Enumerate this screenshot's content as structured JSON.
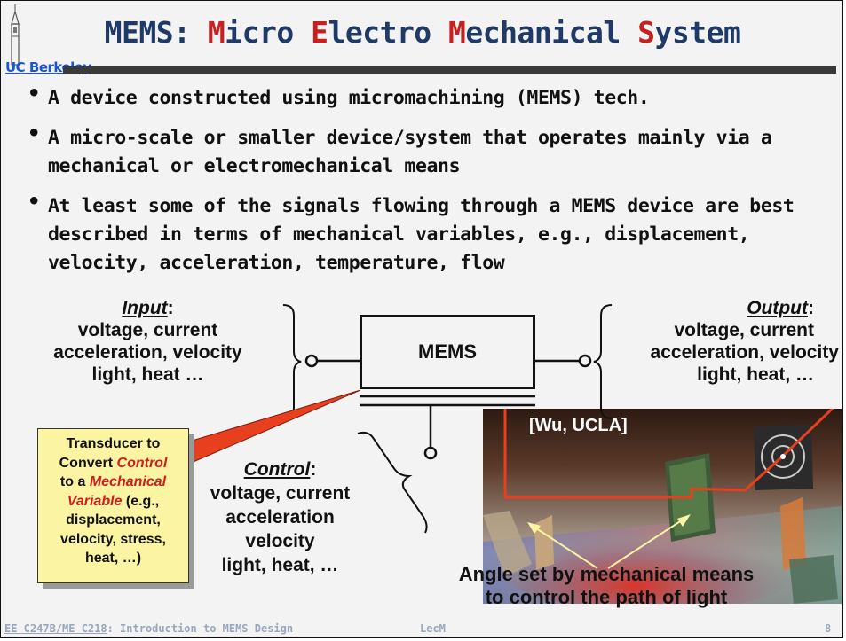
{
  "slide": {
    "title": {
      "part1": "MEMS: ",
      "m": "M",
      "part2": "icro ",
      "e": "E",
      "part3": "lectro ",
      "m2": "M",
      "part4": "echanical ",
      "s": "S",
      "part5": "ystem"
    },
    "logo_text": "UC Berkeley",
    "bullets": [
      "A device constructed using micromachining (MEMS) tech.",
      "A micro-scale or smaller device/system that operates mainly via a mechanical or electromechanical means",
      "At least some of the signals flowing through a MEMS device are best described in terms of mechanical variables, e.g., displacement, velocity, acceleration, temperature, flow"
    ],
    "bullet_glyph": "•",
    "diagram": {
      "box_label": "MEMS",
      "input": {
        "heading": "Input",
        "colon": ":",
        "lines": [
          "voltage, current",
          "acceleration, velocity",
          "light, heat …"
        ]
      },
      "output": {
        "heading": "Output",
        "colon": ":",
        "lines": [
          "voltage, current",
          "acceleration, velocity",
          "light, heat, …"
        ]
      },
      "control": {
        "heading": "Control",
        "colon": ":",
        "lines": [
          "voltage, current",
          "acceleration",
          "velocity",
          "light, heat, …"
        ]
      }
    },
    "callout": {
      "l1": "Transducer to",
      "l2a": "Convert ",
      "l2b": "Control",
      "l3a": "to a ",
      "l3b": "Mechanical",
      "l4a": "Variable",
      "l4b": " (e.g.,",
      "l5": "displacement,",
      "l6": "velocity, stress,",
      "l7": "heat, …)"
    },
    "photo_tag": "[Wu, UCLA]",
    "caption": [
      "Angle set by mechanical means",
      "to control the path of light"
    ],
    "footer": {
      "course": "EE C247B/ME C218",
      "course_rest": ": Introduction to MEMS Design",
      "lecture": "LecM",
      "page": "8"
    },
    "colors": {
      "title": "#1f3a66",
      "title_highlight": "#c62020",
      "callout_bg": "#fbf4a3",
      "footer": "#9aa6be",
      "logo": "#1c54d0",
      "laser": "#e8401f"
    }
  }
}
